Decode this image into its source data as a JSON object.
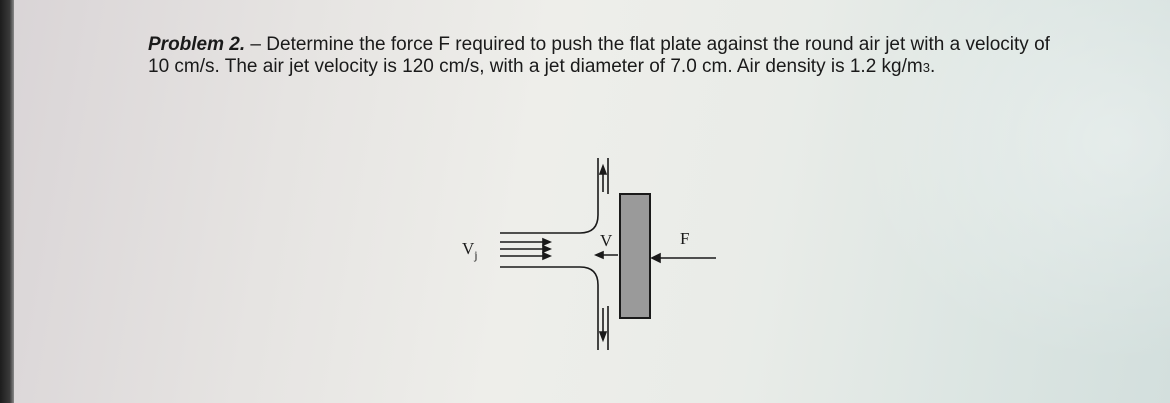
{
  "problem": {
    "heading": "Problem 2.",
    "dash": " – ",
    "text_1": "Determine the force F required to push the flat plate against the round air jet with a velocity of 10 cm/s. The air jet velocity is 120 cm/s, with a jet diameter of 7.0 cm. Air density is 1.2 kg/m",
    "exponent": "3",
    "text_end": "."
  },
  "figure": {
    "jet_label_main": "V",
    "jet_label_sub": "j",
    "plate_velocity_label": "V",
    "force_label": "F"
  }
}
